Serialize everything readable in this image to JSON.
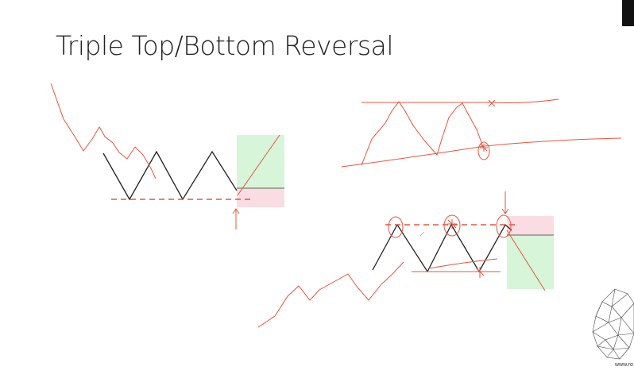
{
  "slide": {
    "title": "Triple Top/Bottom Reversal",
    "logo_text": "www.ro"
  },
  "colors": {
    "pattern_line": "#222222",
    "annotation": "#e8553f",
    "profit_zone": "#d7f5d8",
    "loss_zone": "#f9dde3"
  },
  "diagrams": [
    {
      "name": "triple-bottom-sketch"
    },
    {
      "name": "ascending-triangle-sketch"
    },
    {
      "name": "triple-top-sketch"
    }
  ]
}
